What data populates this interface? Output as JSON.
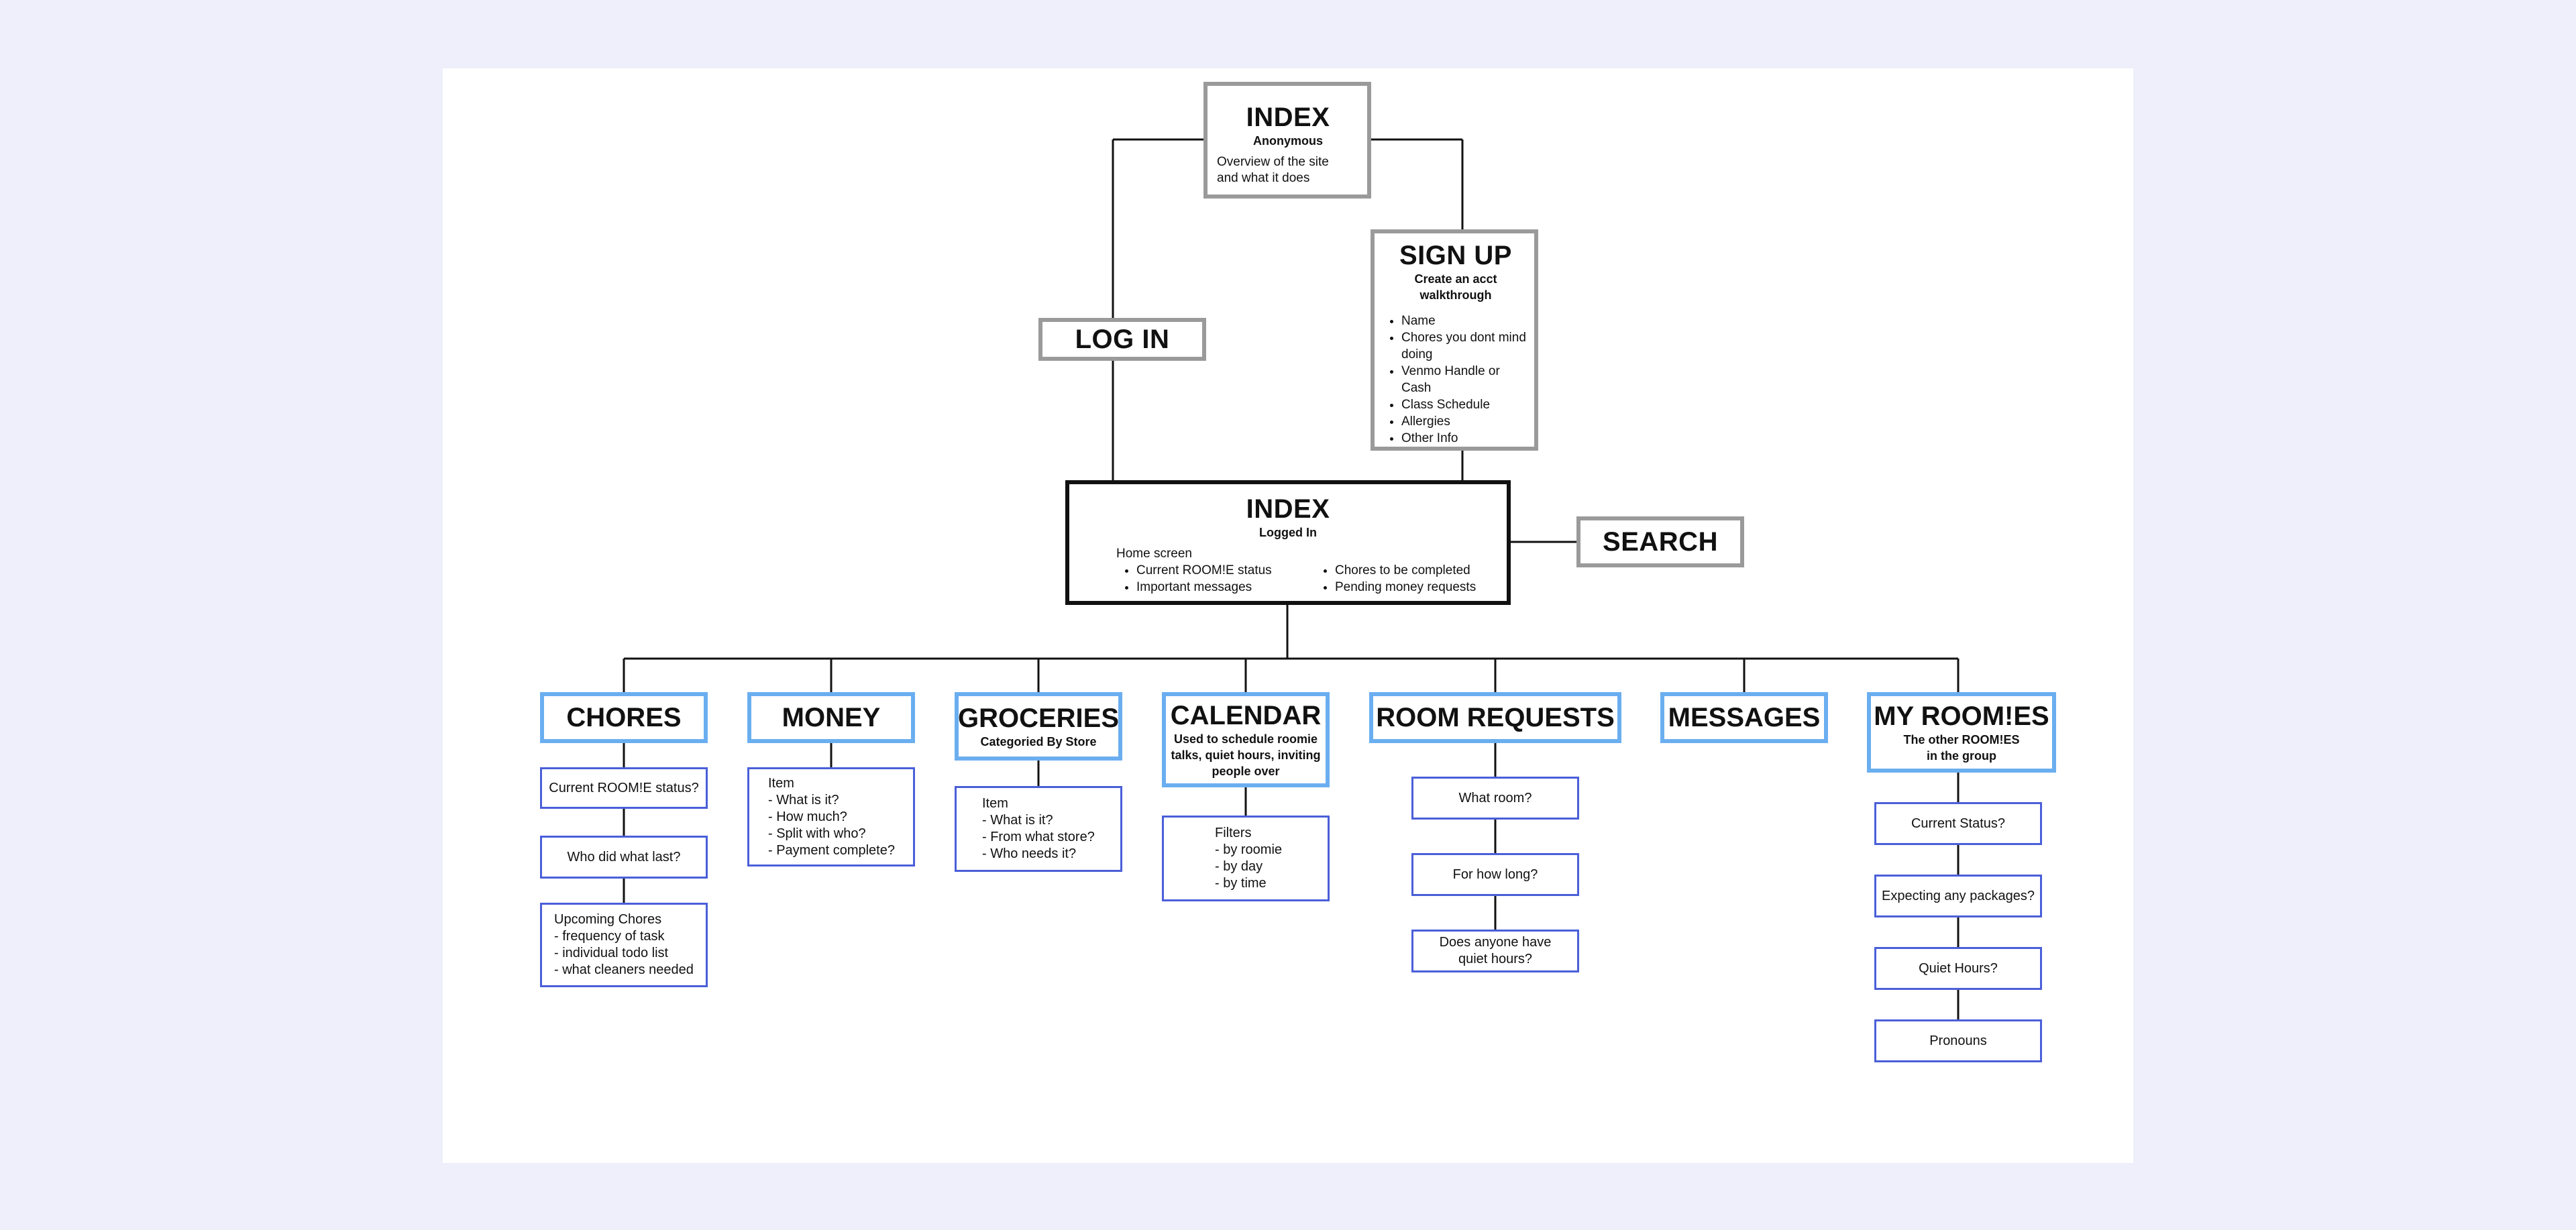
{
  "index_anon": {
    "title": "INDEX",
    "subtitle": "Anonymous",
    "desc_lines": [
      "Overview of the site",
      "and what it does"
    ]
  },
  "login": {
    "title": "LOG IN"
  },
  "signup": {
    "title": "SIGN UP",
    "subtitle_lines": [
      "Create an acct",
      "walkthrough"
    ],
    "items": [
      "Name",
      "Chores you dont mind doing",
      "Venmo Handle or Cash",
      "Class Schedule",
      "Allergies",
      "Other Info"
    ]
  },
  "index_logged": {
    "title": "INDEX",
    "subtitle": "Logged In",
    "intro": "Home screen",
    "col1": [
      "Current ROOM!E status",
      "Important messages"
    ],
    "col2": [
      "Chores to be completed",
      "Pending money requests"
    ]
  },
  "search": {
    "title": "SEARCH"
  },
  "sections": {
    "chores": {
      "title": "CHORES",
      "sub": [
        {
          "lines": [
            "Current ROOM!E status?"
          ]
        },
        {
          "lines": [
            "Who did what last?"
          ]
        },
        {
          "lines": [
            "Upcoming Chores",
            "- frequency of task",
            "- individual todo list",
            "- what cleaners needed"
          ]
        }
      ]
    },
    "money": {
      "title": "MONEY",
      "sub": [
        {
          "lines": [
            "Item",
            "- What is it?",
            "- How much?",
            "- Split with who?",
            "- Payment complete?"
          ]
        }
      ]
    },
    "groceries": {
      "title": "GROCERIES",
      "subtitle": "Categoried By Store",
      "sub": [
        {
          "lines": [
            "Item",
            "- What is it?",
            "- From what store?",
            "- Who needs it?"
          ]
        }
      ]
    },
    "calendar": {
      "title": "CALENDAR",
      "subtitle_lines": [
        "Used to schedule roomie",
        "talks, quiet hours, inviting",
        "people over"
      ],
      "sub": [
        {
          "lines": [
            "Filters",
            "- by roomie",
            "- by day",
            "- by time"
          ]
        }
      ]
    },
    "room_requests": {
      "title": "ROOM REQUESTS",
      "sub": [
        {
          "lines": [
            "What room?"
          ]
        },
        {
          "lines": [
            "For how long?"
          ]
        },
        {
          "lines": [
            "Does anyone have",
            "quiet hours?"
          ]
        }
      ]
    },
    "messages": {
      "title": "MESSAGES"
    },
    "my_roomies": {
      "title": "MY ROOM!ES",
      "subtitle_lines": [
        "The other ROOM!ES",
        "in the group"
      ],
      "sub": [
        {
          "lines": [
            "Current Status?"
          ]
        },
        {
          "lines": [
            "Expecting any packages?"
          ]
        },
        {
          "lines": [
            "Quiet Hours?"
          ]
        },
        {
          "lines": [
            "Pronouns"
          ]
        }
      ]
    }
  }
}
